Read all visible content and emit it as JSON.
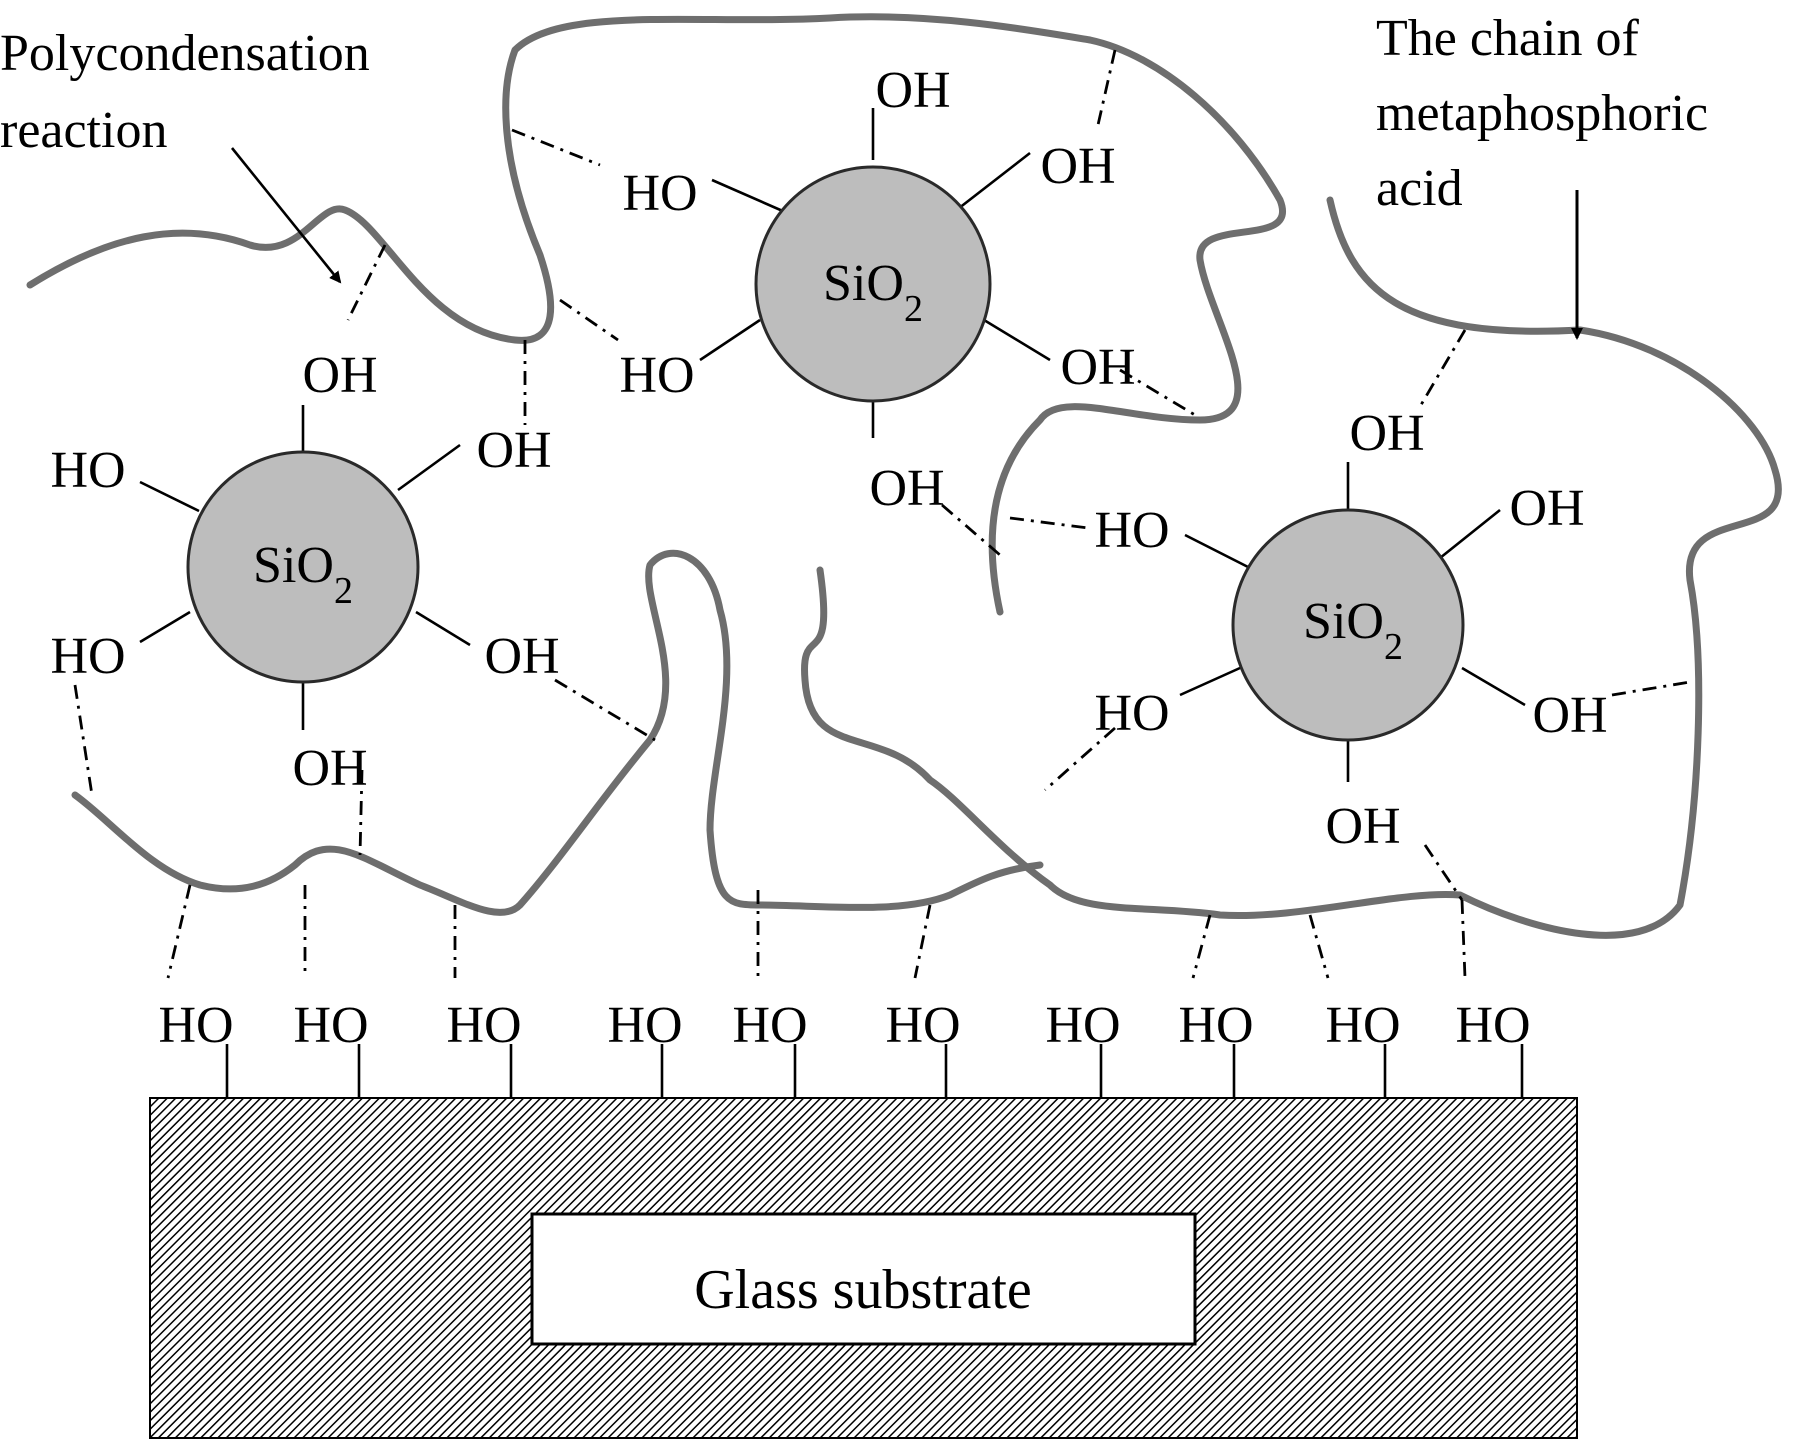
{
  "annotations": {
    "polycondensation_line1": "Polycondensation",
    "polycondensation_line2": "reaction",
    "chain_line1": "The chain of",
    "chain_line2": "metaphosphoric",
    "chain_line3": "acid"
  },
  "particle_label": {
    "prefix": "SiO",
    "subscript": "2"
  },
  "groups": {
    "oh": "OH",
    "ho": "HO"
  },
  "substrate": {
    "label": "Glass substrate",
    "surface_groups": [
      "HO",
      "HO",
      "HO",
      "HO",
      "HO",
      "HO",
      "HO",
      "HO",
      "HO",
      "HO"
    ]
  },
  "colors": {
    "particle_fill": "#bdbdbd",
    "chain_stroke": "#6e6e6e",
    "substrate_hatch": "#000000",
    "background": "#ffffff"
  }
}
